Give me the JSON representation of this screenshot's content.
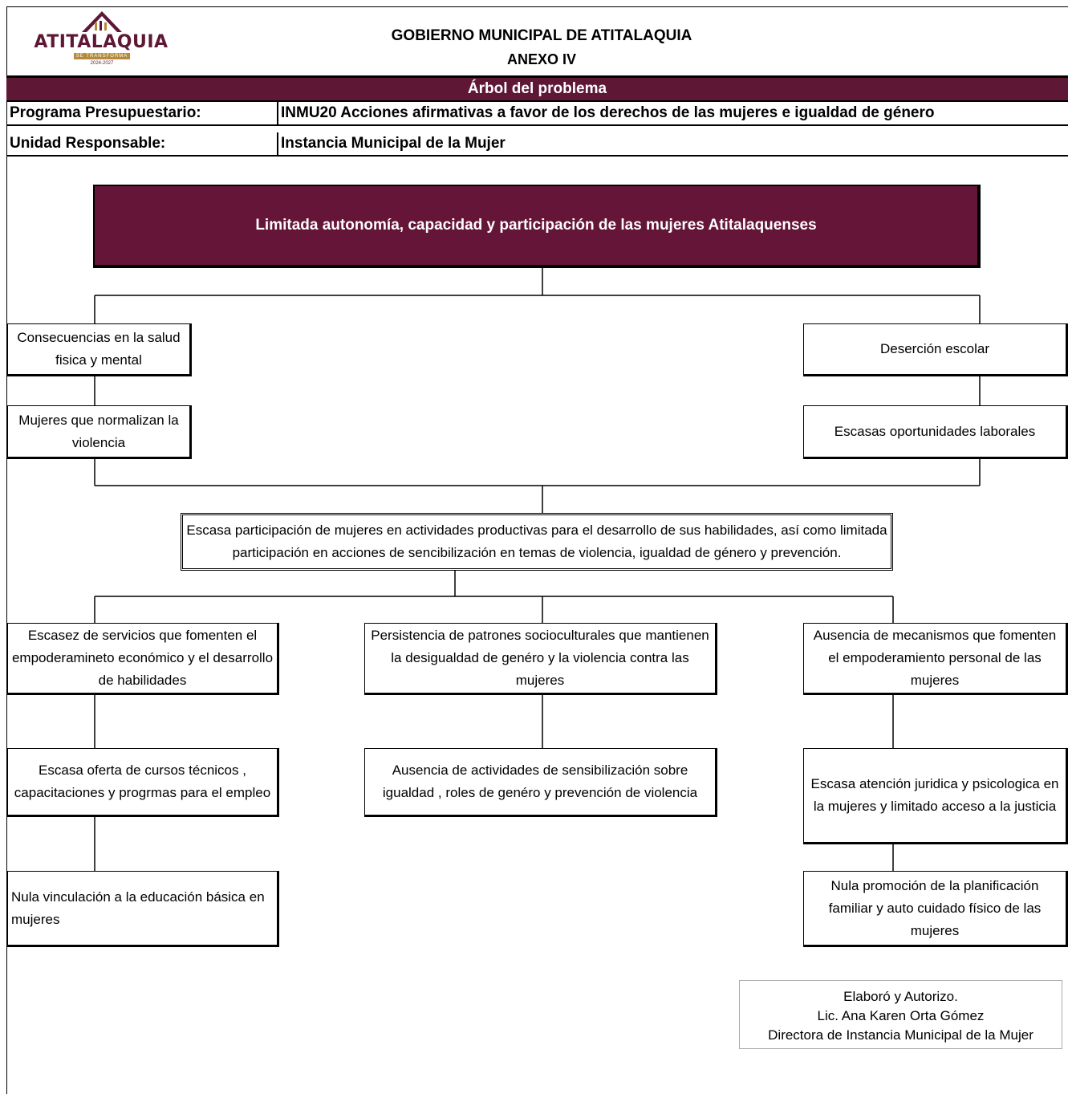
{
  "logo": {
    "name": "ATITALAQUIA",
    "tagline": "SE TRANSFORMA",
    "years": "2024-2027"
  },
  "header": {
    "title": "GOBIERNO MUNICIPAL DE ATITALAQUIA",
    "subtitle": "ANEXO IV"
  },
  "band": {
    "label": "Árbol del problema"
  },
  "info": {
    "program_label": "Programa Presupuestario:",
    "program_value": "INMU20 Acciones afirmativas a favor de los derechos de las mujeres e igualdad de género",
    "unit_label": "Unidad Responsable:",
    "unit_value": "Instancia Municipal de la Mujer"
  },
  "tree": {
    "main_problem": "Limitada autonomía, capacidad y  participación de las mujeres Atitalaquenses",
    "effects": {
      "left_1": "Consecuencias en la salud fisica y mental",
      "left_2": "Mujeres que normalizan la violencia",
      "right_1": "Deserción escolar",
      "right_2": "Escasas oportunidades laborales"
    },
    "central_problem": "Escasa participación de mujeres en actividades productivas para el desarrollo de sus habilidades, así como limitada participación en acciones de sencibilización en temas de violencia, igualdad de género y prevención.",
    "causes": {
      "left_1": "Escasez de servicios que fomenten el empoderamineto económico y el desarrollo de habilidades",
      "left_2": "Escasa oferta de cursos técnicos , capacitaciones y progrmas para el empleo",
      "left_3": "Nula vinculación a la educación básica en mujeres",
      "mid_1": "Persistencia de patrones socioculturales que mantienen  la desigualdad de genéro y la violencia contra las mujeres",
      "mid_2": "Ausencia de actividades de sensibilización sobre igualdad , roles de genéro y prevención de violencia",
      "right_1": "Ausencia de mecanismos que fomenten el empoderamiento personal de las mujeres",
      "right_2": "Escasa atención juridica y  psicologica en la mujeres y limitado acceso a la justicia",
      "right_3": "Nula promoción de la planificación familiar y auto cuidado físico de las mujeres"
    }
  },
  "signature": {
    "line1": "Elaboró y Autorizo.",
    "line2": "Lic. Ana Karen Orta Gómez",
    "line3": "Directora de Instancia Municipal de la Mujer"
  },
  "colors": {
    "brand": "#651537",
    "gold": "#b58a3a"
  }
}
